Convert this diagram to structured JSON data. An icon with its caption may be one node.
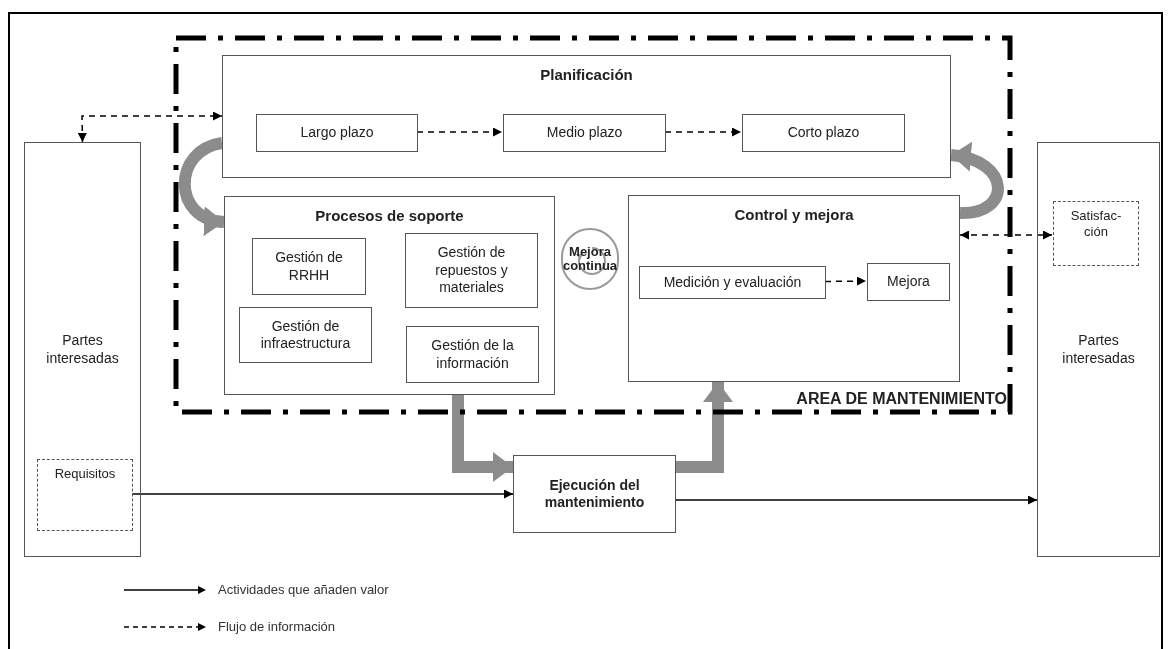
{
  "diagram": {
    "nodes": [
      {
        "text": [
          "AREA DE MANTENIMIENTO"
        ]
      },
      {
        "text": [
          "Planificación"
        ],
        "in": 0
      },
      {
        "text": [
          "Largo plazo"
        ],
        "in": 1
      },
      {
        "text": [
          "Medio plazo"
        ],
        "in": 1
      },
      {
        "text": [
          "Corto plazo"
        ],
        "in": 1
      },
      {
        "text": [
          "Procesos de soporte"
        ],
        "in": 0
      },
      {
        "text": [
          "Gestión de RRHH"
        ],
        "in": 5
      },
      {
        "text": [
          "Gestión de infraestructura"
        ],
        "in": 5
      },
      {
        "text": [
          "Gestión de repuestos y materiales"
        ],
        "in": 5
      },
      {
        "text": [
          "Gestión de la información"
        ],
        "in": 5
      },
      {
        "text": [
          "Mejora continua"
        ],
        "in": 0
      },
      {
        "text": [
          "Control y mejora"
        ],
        "in": 0
      },
      {
        "text": [
          "Medición y evaluación"
        ],
        "in": 11
      },
      {
        "text": [
          "Mejora"
        ],
        "in": 11
      },
      {
        "text": [
          "Partes interesadas"
        ]
      },
      {
        "text": [
          "Requisitos"
        ],
        "in": 14
      },
      {
        "text": [
          "Ejecución del mantenimiento"
        ]
      },
      {
        "text": [
          "Partes interesadas"
        ]
      },
      {
        "text": [
          "Satisfac- ción"
        ],
        "in": 17
      }
    ],
    "edges": [
      {
        "from": 14,
        "to": 1,
        "arrow": "both",
        "style": "dashed"
      },
      {
        "from": 2,
        "to": 3,
        "arrow": "to",
        "style": "dashed"
      },
      {
        "from": 3,
        "to": 4,
        "arrow": "to",
        "style": "dashed"
      },
      {
        "from": 12,
        "to": 13,
        "arrow": "to",
        "style": "dashed"
      },
      {
        "from": 11,
        "to": 18,
        "arrow": "both",
        "style": "dashed"
      },
      {
        "from": 15,
        "to": 16,
        "arrow": "to"
      },
      {
        "from": 16,
        "to": 17,
        "arrow": "to"
      },
      {
        "from": 1,
        "to": 5,
        "arrow": "to",
        "style": "thick",
        "color": "#8c8c8c"
      },
      {
        "from": 11,
        "to": 1,
        "arrow": "to",
        "style": "thick",
        "color": "#8c8c8c"
      },
      {
        "from": 5,
        "to": 16,
        "arrow": "to",
        "style": "thick",
        "color": "#8c8c8c"
      },
      {
        "from": 16,
        "to": 11,
        "arrow": "to",
        "style": "thick",
        "color": "#8c8c8c"
      }
    ],
    "legend": [
      {
        "text": "Actividades que añaden valor"
      },
      {
        "text": "Flujo de información"
      }
    ]
  }
}
